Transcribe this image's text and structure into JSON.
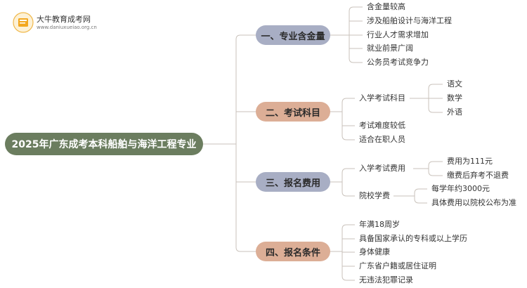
{
  "logo": {
    "title": "大牛教育成考网",
    "url": "www.daniuxueiao.org.cn"
  },
  "root": "2025年广东成考本科船舶与海洋工程专业",
  "branches": [
    {
      "label": "一、专业含金量",
      "children": [
        "含金量较高",
        "涉及船舶设计与海洋工程",
        "行业人才需求增加",
        "就业前景广阔",
        "公务员考试竞争力"
      ]
    },
    {
      "label": "二、考试科目",
      "children": [
        {
          "label": "入学考试科目",
          "children": [
            "语文",
            "数学",
            "外语"
          ]
        },
        "考试难度较低",
        "适合在职人员"
      ]
    },
    {
      "label": "三、报名费用",
      "children": [
        {
          "label": "入学考试费用",
          "children": [
            "费用为111元",
            "缴费后弃考不退费"
          ]
        },
        {
          "label": "院校学费",
          "children": [
            "每学年约3000元",
            "具体费用以院校公布为准"
          ]
        }
      ]
    },
    {
      "label": "四、报名条件",
      "children": [
        "年满18周岁",
        "具备国家承认的专科或以上学历",
        "身体健康",
        "广东省户籍或居住证明",
        "无违法犯罪记录"
      ]
    }
  ]
}
